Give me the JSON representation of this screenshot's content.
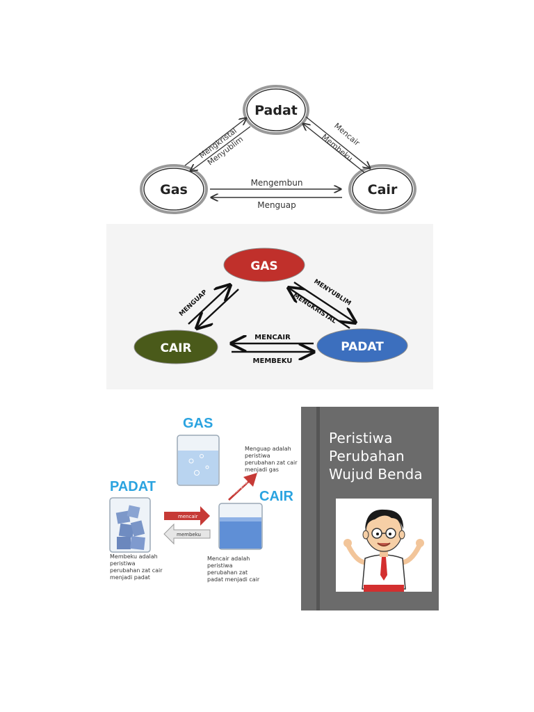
{
  "diagram1": {
    "nodes": {
      "top": "Padat",
      "left": "Gas",
      "right": "Cair"
    },
    "edges": {
      "left_outer": "Mengkristal",
      "left_inner": "Menyublim",
      "right_outer": "Mencair",
      "right_inner": "Membeku",
      "bottom_top": "Mengembun",
      "bottom_bottom": "Menguap"
    }
  },
  "diagram2": {
    "nodes": {
      "top": "GAS",
      "left": "CAIR",
      "right": "PADAT"
    },
    "node_colors": {
      "top": "#c0302b",
      "left": "#4a5a1a",
      "right": "#3c6fbe"
    },
    "edges": {
      "left": "MENGUAP",
      "right_outer": "MENYUBLIM",
      "right_inner": "MENGKRISTAL",
      "bottom_top": "MENCAIR",
      "bottom_bottom": "MEMBEKU"
    }
  },
  "diagram3": {
    "labels": {
      "gas": "GAS",
      "padat": "PADAT",
      "cair": "CAIR"
    },
    "arrows": {
      "menguap": "menguap",
      "mencair": "mencair",
      "membeku": "membeku"
    },
    "notes": {
      "menguap": [
        "Menguap adalah",
        "peristiwa",
        "perubahan zat cair",
        "menjadi gas"
      ],
      "membeku": [
        "Membeku adalah",
        "peristiwa",
        "perubahan zat cair",
        "menjadi padat"
      ],
      "mencair": [
        "Mencair adalah",
        "peristiwa",
        "perubahan zat",
        "padat menjadi cair"
      ]
    }
  },
  "cover": {
    "title_lines": [
      "Peristiwa",
      "Perubahan",
      "Wujud Benda"
    ]
  }
}
